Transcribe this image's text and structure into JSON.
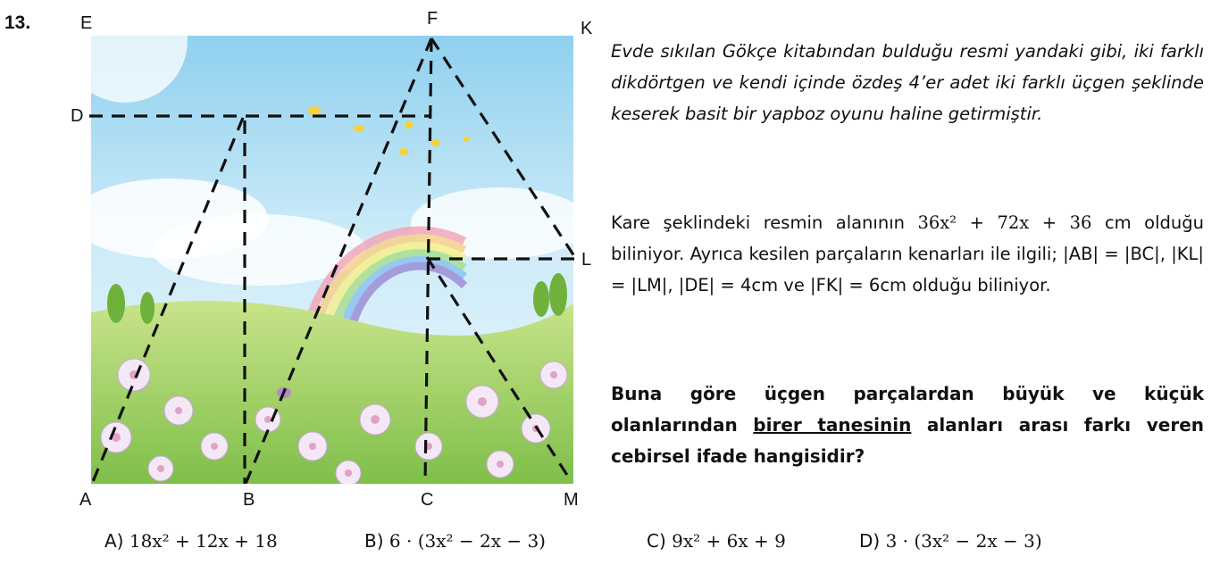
{
  "question_number": "13.",
  "figure": {
    "point_labels": {
      "E": "E",
      "F": "F",
      "K": "K",
      "D": "D",
      "L": "L",
      "A": "A",
      "B": "B",
      "C": "C",
      "M": "M"
    }
  },
  "paragraph1": "Evde sıkılan Gökçe kitabından bulduğu resmi yandaki gibi, iki farklı dikdörtgen ve kendi içinde özdeş 4’er adet iki farklı üçgen şeklinde keserek basit bir yapboz oyunu haline getirmiştir.",
  "paragraph2": {
    "before_math": "Kare şeklindeki resmin alanının ",
    "math": "36x² + 72x + 36",
    "after_math": " cm olduğu biliniyor. Ayrıca kesilen parçaların kenarları ile ilgili; |AB| = |BC|, |KL| = |LM|, |DE| = 4cm ve |FK| = 6cm olduğu biliniyor."
  },
  "paragraph3": {
    "before": "Buna göre üçgen parçalardan büyük ve küçük olanlarından ",
    "underlined": "birer tanesinin",
    "after": " alanları arası farkı veren cebirsel ifade hangisidir?"
  },
  "options": [
    {
      "label": "A) ",
      "expr": "18x² + 12x + 18"
    },
    {
      "label": "B) ",
      "expr": "6 · (3x² − 2x − 3)"
    },
    {
      "label": "C) ",
      "expr": "9x² + 6x + 9"
    },
    {
      "label": "D) ",
      "expr": "3 · (3x² − 2x − 3)"
    }
  ]
}
